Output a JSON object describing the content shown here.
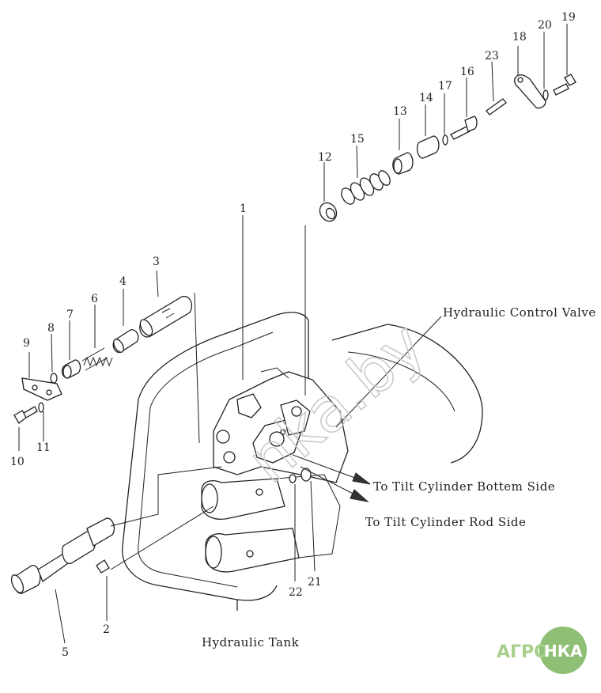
{
  "callouts": {
    "p1": "1",
    "p2": "2",
    "p3": "3",
    "p4": "4",
    "p5": "5",
    "p6": "6",
    "p7": "7",
    "p8": "8",
    "p9": "9",
    "p10": "10",
    "p11": "11",
    "p12": "12",
    "p13": "13",
    "p14": "14",
    "p15": "15",
    "p16": "16",
    "p17": "17",
    "p18": "18",
    "p19": "19",
    "p20": "20",
    "p21": "21",
    "p22": "22",
    "p23": "23"
  },
  "captions": {
    "control_valve": "Hydraulic Control Valve",
    "tilt_bottom": "To Tilt Cylinder Bottem Side",
    "tilt_rod": "To Tilt Cylinder Rod Side",
    "tank": "Hydraulic Tank"
  },
  "watermark": "nka.by",
  "logo": {
    "left": "АГРО",
    "right": "НКА"
  },
  "colors": {
    "line": "#222222",
    "watermark": "#c8c8c8",
    "logo_green": "#a8d08d",
    "logo_circle": "#8fbf74"
  }
}
